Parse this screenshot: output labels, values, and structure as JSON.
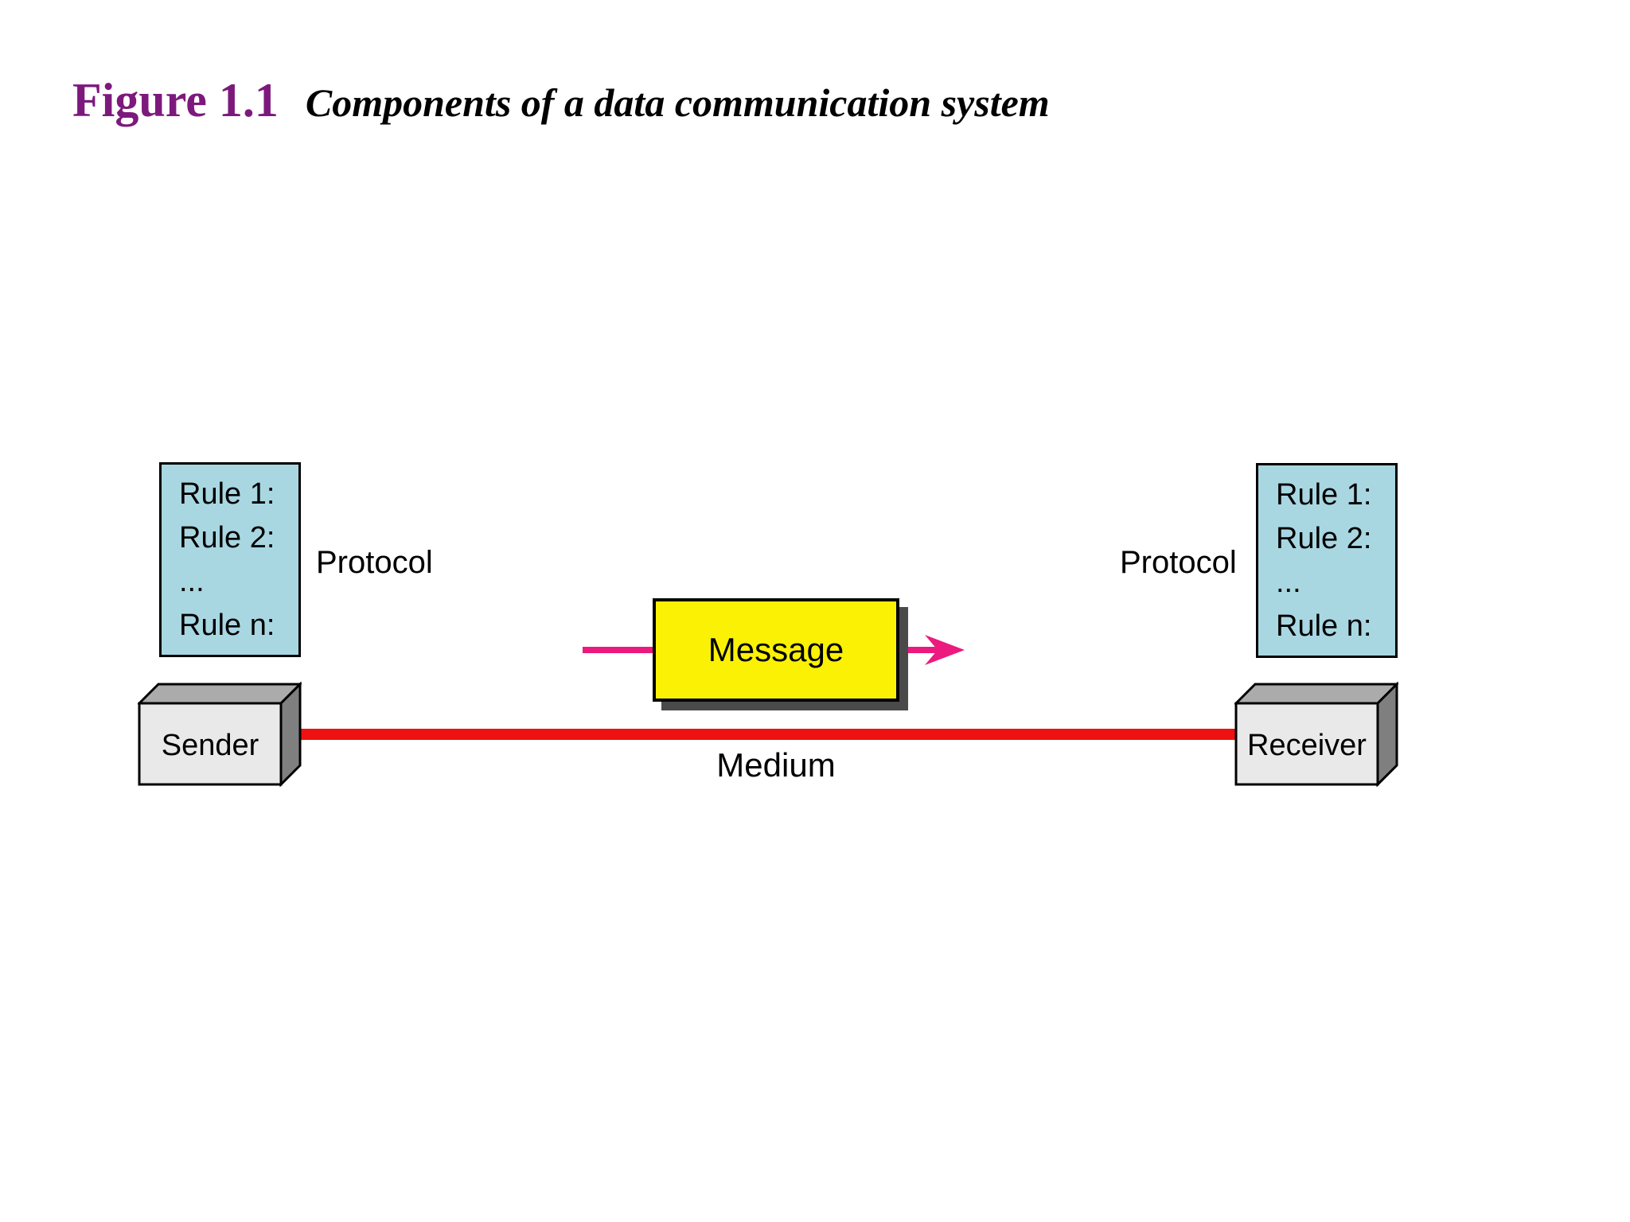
{
  "title": {
    "figure_label": "Figure 1.1",
    "caption": "Components of a data communication system"
  },
  "diagram": {
    "rules_left": [
      "Rule 1:",
      "Rule 2:",
      "...",
      "Rule n:"
    ],
    "rules_right": [
      "Rule 1:",
      "Rule 2:",
      "...",
      "Rule n:"
    ],
    "protocol_left_label": "Protocol",
    "protocol_right_label": "Protocol",
    "message_label": "Message",
    "medium_label": "Medium",
    "sender_label": "Sender",
    "receiver_label": "Receiver",
    "colors": {
      "figure_label_purple": "#7D197D",
      "rules_box_blue": "#A8D7E2",
      "message_yellow": "#FAF105",
      "message_shadow_gray": "#4A4A4A",
      "arrow_pink": "#EC1A7E",
      "medium_line_red": "#EE1111",
      "device_front_gray": "#E9E9E9",
      "device_top_gray": "#ABABAB",
      "device_side_gray": "#7F7F7F",
      "outline_black": "#000000"
    }
  }
}
